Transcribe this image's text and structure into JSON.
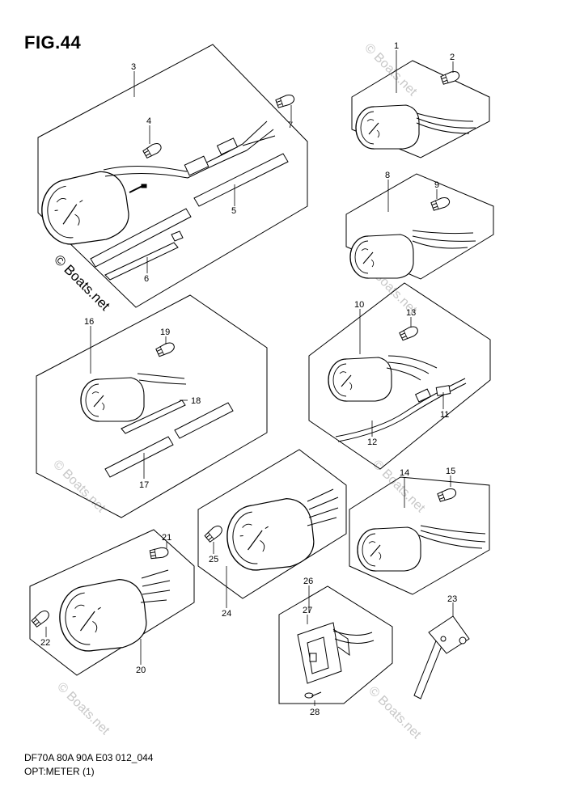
{
  "figure": {
    "title": "FIG.44",
    "footer_line1": "DF70A 80A 90A E03 012_044",
    "footer_line2": "OPT:METER (1)"
  },
  "watermark": "© Boats.net",
  "callouts": [
    "1",
    "2",
    "3",
    "4",
    "5",
    "6",
    "7",
    "8",
    "9",
    "10",
    "11",
    "12",
    "13",
    "14",
    "15",
    "16",
    "17",
    "18",
    "19",
    "20",
    "21",
    "22",
    "23",
    "24",
    "25",
    "26",
    "27",
    "28"
  ],
  "colors": {
    "line": "#000000",
    "watermark": "#c8c8c8",
    "background": "#ffffff"
  }
}
